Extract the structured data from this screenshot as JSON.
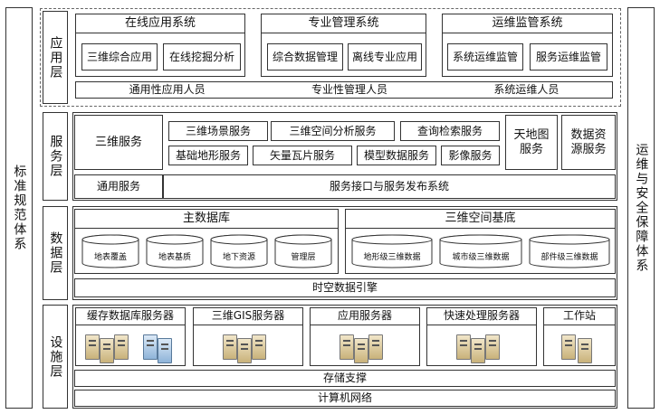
{
  "side": {
    "left_label": "标准规范体系",
    "right_label": "运维与安全保障体系"
  },
  "layers": {
    "application": "应用层",
    "service": "服务层",
    "data": "数据层",
    "facility": "设施层"
  },
  "app": {
    "systems": [
      {
        "title": "在线应用系统",
        "items": [
          "三维综合应用",
          "在线挖掘分析"
        ]
      },
      {
        "title": "专业管理系统",
        "items": [
          "综合数据管理",
          "离线专业应用"
        ]
      },
      {
        "title": "运维监管系统",
        "items": [
          "系统运维监管",
          "服务运维监管"
        ]
      }
    ],
    "personnel": [
      "通用性应用人员",
      "专业性管理人员",
      "系统运维人员"
    ]
  },
  "service": {
    "three_d": "三维服务",
    "row1": [
      "三维场景服务",
      "三维空间分析服务",
      "查询检索服务"
    ],
    "row2": [
      "基础地形服务",
      "矢量瓦片服务",
      "模型数据服务",
      "影像服务"
    ],
    "tianditu": "天地图服务",
    "data_resource": "数据资源服务",
    "general": "通用服务",
    "interface": "服务接口与服务发布系统"
  },
  "data": {
    "main_db": "主数据库",
    "main_items": [
      "地表覆盖",
      "地表基质",
      "地下资源",
      "管理层"
    ],
    "spatial_db": "三维空间基底",
    "spatial_items": [
      "地形级三维数据",
      "城市级三维数据",
      "部件级三维数据"
    ],
    "engine": "时空数据引擎"
  },
  "facility": {
    "servers": [
      "缓存数据库服务器",
      "三维GIS服务器",
      "应用服务器",
      "快速处理服务器",
      "工作站"
    ],
    "storage": "存储支撑",
    "network": "计算机网络"
  }
}
